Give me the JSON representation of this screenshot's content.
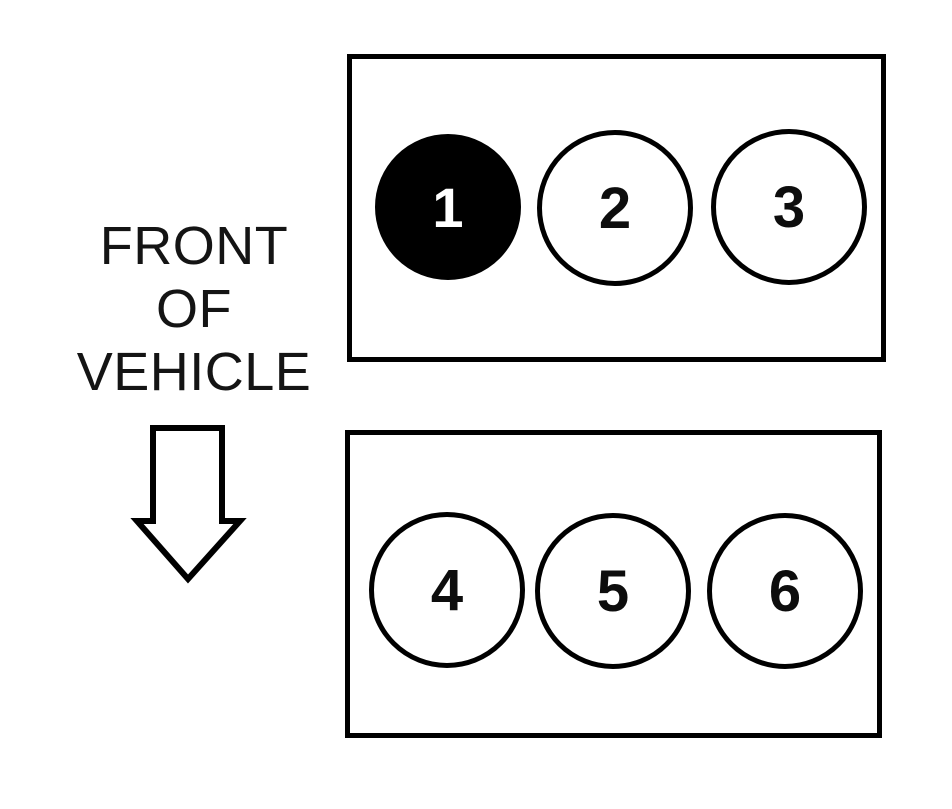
{
  "diagram": {
    "type": "engine-cylinder-firing-order-layout",
    "front_label_lines": [
      "FRONT",
      "OF",
      "VEHICLE"
    ],
    "arrow_direction": "down",
    "banks": [
      {
        "id": "top-bank",
        "cylinders": [
          {
            "number": "1",
            "filled": true
          },
          {
            "number": "2",
            "filled": false
          },
          {
            "number": "3",
            "filled": false
          }
        ]
      },
      {
        "id": "bottom-bank",
        "cylinders": [
          {
            "number": "4",
            "filled": false
          },
          {
            "number": "5",
            "filled": false
          },
          {
            "number": "6",
            "filled": false
          }
        ]
      }
    ],
    "colors": {
      "background": "#ffffff",
      "line": "#000000",
      "filled_cylinder_fill": "#000000",
      "filled_cylinder_text": "#ffffff",
      "label_text": "#141414"
    }
  }
}
